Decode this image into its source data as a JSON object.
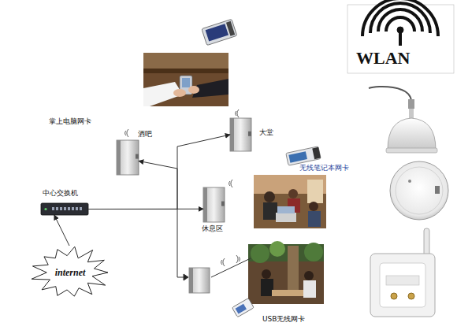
{
  "diagram": {
    "nodes": [
      {
        "text": [
          "酒吧"
        ]
      },
      {
        "text": [
          "大堂"
        ]
      },
      {
        "text": [
          "中心交换机"
        ]
      },
      {
        "text": [
          "休息区"
        ]
      },
      {
        "text": [
          "internet"
        ]
      }
    ],
    "edges": [
      {
        "from": 4,
        "to": 2,
        "arrow": "to"
      },
      {
        "from": 2,
        "to": 0,
        "arrow": "to"
      },
      {
        "from": 2,
        "to": 1,
        "arrow": "to"
      },
      {
        "from": 2,
        "to": 3,
        "arrow": "to"
      }
    ],
    "labels": [
      "WLAN",
      "掌上电脑网卡",
      "无线笔记本网卡",
      "USB无线网卡"
    ]
  }
}
